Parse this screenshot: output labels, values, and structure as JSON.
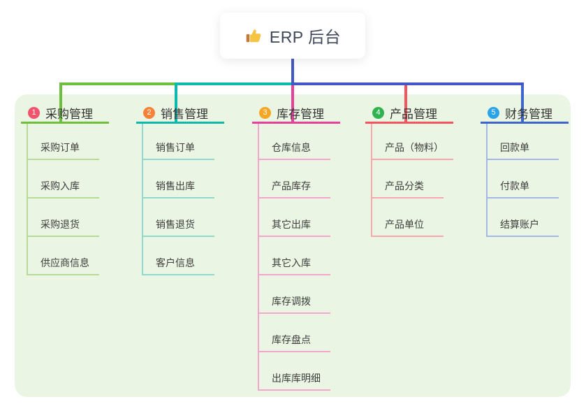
{
  "root": {
    "label": "ERP 后台",
    "icon": "thumbs-up-icon"
  },
  "canvas": {
    "page_bg": "#ffffff",
    "panel_bg": "#eaf6e3",
    "root_line_color": "#4356c6",
    "root_text_color": "#3d4757",
    "thumb_colors": {
      "hand": "#f6c445",
      "cuff": "#bf7b3a"
    }
  },
  "branches": [
    {
      "number": "1",
      "label": "采购管理",
      "badge_color": "#f2536d",
      "line_color": "#6fbf3f",
      "child_line_color": "#b5dc96",
      "children": [
        "采购订单",
        "采购入库",
        "采购退货",
        "供应商信息"
      ]
    },
    {
      "number": "2",
      "label": "销售管理",
      "badge_color": "#f58238",
      "line_color": "#0cb9aa",
      "child_line_color": "#8fd9cf",
      "children": [
        "销售订单",
        "销售出库",
        "销售退货",
        "客户信息"
      ]
    },
    {
      "number": "3",
      "label": "库存管理",
      "badge_color": "#f6a623",
      "line_color": "#e5419b",
      "child_line_color": "#f3a6cd",
      "children": [
        "仓库信息",
        "产品库存",
        "其它出库",
        "其它入库",
        "库存调拨",
        "库存盘点",
        "出库库明细"
      ]
    },
    {
      "number": "4",
      "label": "产品管理",
      "badge_color": "#2fb350",
      "line_color": "#f4545f",
      "child_line_color": "#f8a8ad",
      "children": [
        "产品（物料）",
        "产品分类",
        "产品单位"
      ]
    },
    {
      "number": "5",
      "label": "财务管理",
      "badge_color": "#2aa3e8",
      "line_color": "#3e66c9",
      "child_line_color": "#a3b8e6",
      "children": [
        "回款单",
        "付款单",
        "结算账户"
      ]
    }
  ]
}
